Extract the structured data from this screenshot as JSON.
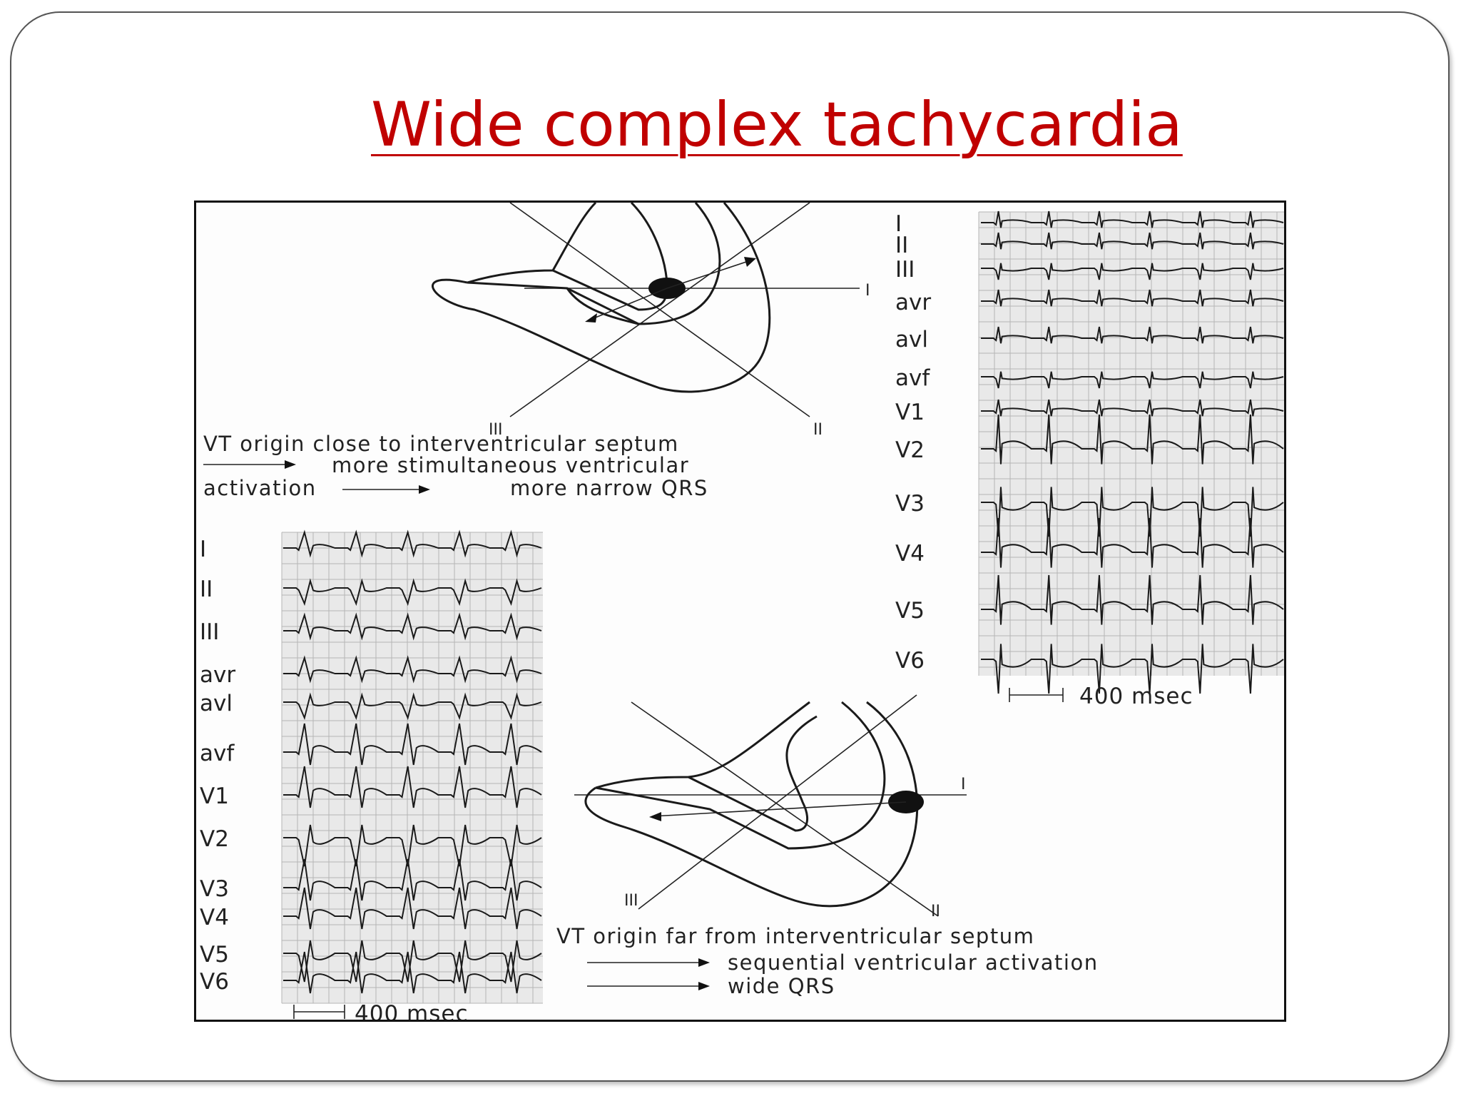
{
  "slide": {
    "title": "Wide complex tachycardia"
  },
  "figure": {
    "top_diagram": {
      "axis_labels": [
        "I",
        "II",
        "III"
      ],
      "caption_lines": [
        "VT origin close to interventricular septum",
        "more stimultaneous ventricular",
        "activation",
        "more narrow QRS"
      ]
    },
    "bottom_diagram": {
      "axis_labels": [
        "I",
        "II",
        "III"
      ],
      "caption_lines": [
        "VT origin far from interventricular septum",
        "sequential ventricular activation",
        "wide QRS"
      ]
    },
    "ecg_right": {
      "leads": [
        "I",
        "II",
        "III",
        "avr",
        "avl",
        "avf",
        "V1",
        "V2",
        "V3",
        "V4",
        "V5",
        "V6"
      ],
      "scale": "400 msec"
    },
    "ecg_left": {
      "leads": [
        "I",
        "II",
        "III",
        "avr",
        "avl",
        "avf",
        "V1",
        "V2",
        "V3",
        "V4",
        "V5",
        "V6"
      ],
      "scale": "400 msec"
    }
  }
}
